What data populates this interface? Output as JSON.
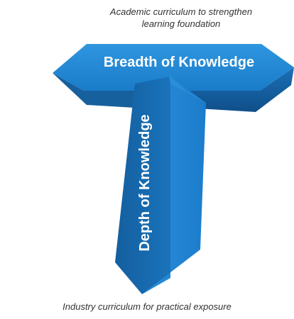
{
  "captions": {
    "top_line1": "Academic curriculum to strengthen",
    "top_line2": "learning foundation",
    "bottom": "Industry curriculum for practical exposure"
  },
  "diagram": {
    "breadth_label": "Breadth of Knowledge",
    "depth_label": "Depth of Knowledge"
  },
  "colors": {
    "face_light": "#1e8ad6",
    "face_mid": "#1771b8",
    "face_dark": "#0f4f8a",
    "face_top": "#4aa7e8"
  }
}
